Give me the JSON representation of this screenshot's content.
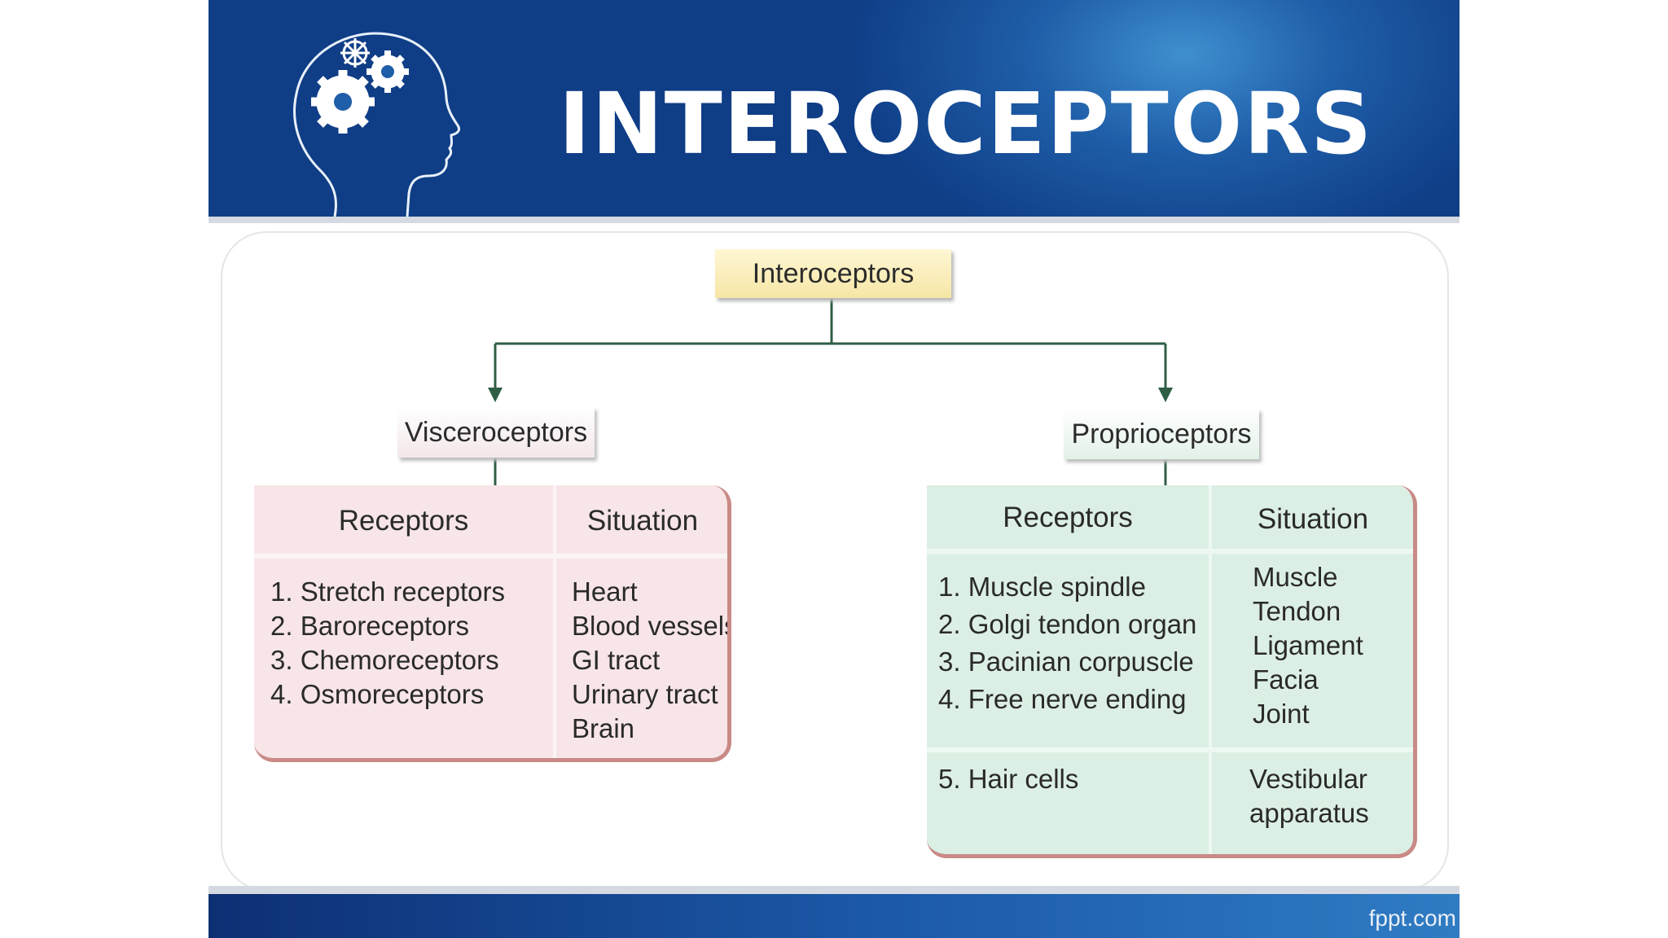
{
  "title": "INTEROCEPTORS",
  "footer_brand": "fppt.com",
  "icons": {
    "header": "head-with-gears-icon"
  },
  "colors": {
    "header_blue": "#1f5ea8",
    "visceral_fill": "#f7e5e7",
    "proprio_fill": "#dcefe4",
    "connector": "#2f5e44"
  },
  "diagram": {
    "root": "Interoceptors",
    "branches": [
      {
        "label": "Visceroceptors",
        "col_receptors": "Receptors",
        "col_situation": "Situation",
        "receptors": [
          "1. Stretch receptors",
          "2. Baroreceptors",
          "3. Chemoreceptors",
          "4. Osmoreceptors"
        ],
        "situations": [
          "Heart",
          "Blood vessels",
          "GI tract",
          "Urinary tract",
          "Brain"
        ]
      },
      {
        "label": "Proprioceptors",
        "col_receptors": "Receptors",
        "col_situation": "Situation",
        "receptors": [
          "1. Muscle spindle",
          "2. Golgi tendon organ",
          "3. Pacinian corpuscle",
          "4. Free nerve ending"
        ],
        "situations": [
          "Muscle",
          "Tendon",
          "Ligament",
          "Facia",
          "Joint"
        ],
        "extra_receptor": "5. Hair cells",
        "extra_situation": [
          "Vestibular",
          "apparatus"
        ]
      }
    ]
  }
}
